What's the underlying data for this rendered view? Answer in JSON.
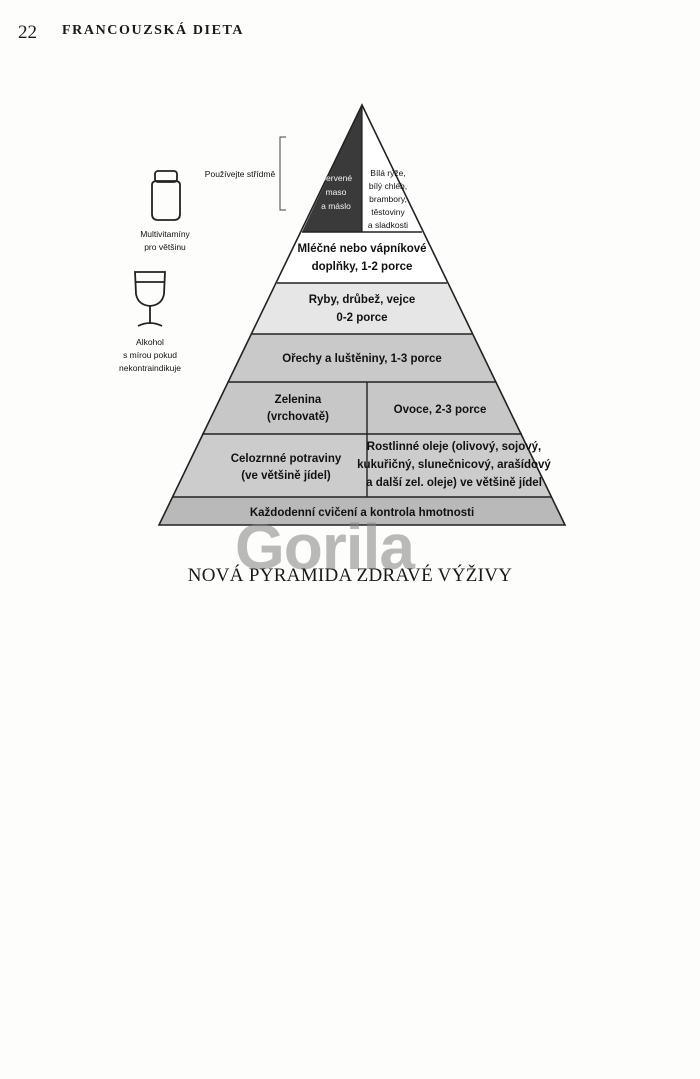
{
  "header": {
    "page_number": "22",
    "running_title": "FRANCOUZSKÁ DIETA"
  },
  "pyramid": {
    "apex_left": [
      "Červené",
      "maso",
      "a máslo"
    ],
    "apex_right": [
      "Bílá rýže,",
      "bílý chléb,",
      "brambory,",
      "těstoviny",
      "a sladkosti"
    ],
    "apex_note": "Používejte střídmě",
    "tier2": [
      "Mléčné nebo vápníkové",
      "doplňky, 1-2 porce"
    ],
    "tier3": [
      "Ryby, drůbež, vejce",
      "0-2 porce"
    ],
    "tier4": [
      "Ořechy a luštěniny, 1-3 porce"
    ],
    "tier5_left": [
      "Zelenina",
      "(vrchovatě)"
    ],
    "tier5_right": [
      "Ovoce, 2-3 porce"
    ],
    "tier6_left": [
      "Celozrnné potraviny",
      "(ve většině jídel)"
    ],
    "tier6_right": [
      "Rostlinné oleje (olivový, sojový,",
      "kukuřičný, slunečnicový, arašídový",
      "a další zel. oleje) ve většině jídel"
    ],
    "base": "Každodenní cvičení a kontrola hmotnosti"
  },
  "side": {
    "multivitamin": [
      "Multivitamíny",
      "pro většinu"
    ],
    "alcohol": [
      "Alkohol",
      "s mírou pokud",
      "nekontraindikuje"
    ]
  },
  "watermark": "Gorila",
  "caption": "NOVÁ PYRAMIDA ZDRAVÉ VÝŽIVY"
}
